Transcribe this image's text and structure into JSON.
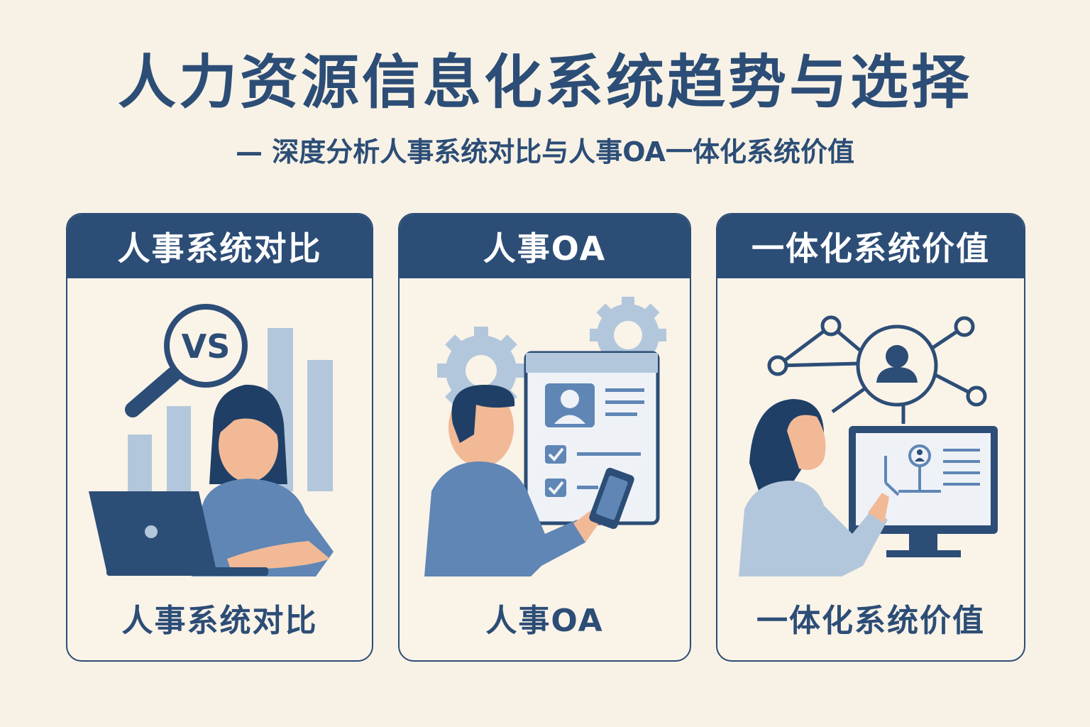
{
  "header": {
    "title": "人力资源信息化系统趋势与选择",
    "subtitle": "— 深度分析人事系统对比与人事OA一体化系统价值"
  },
  "cards": [
    {
      "header": "人事系统对比",
      "caption": "人事系统对比",
      "badge": "VS"
    },
    {
      "header": "人事OA",
      "caption": "人事OA"
    },
    {
      "header": "一体化系统价值",
      "caption": "一体化系统价值"
    }
  ],
  "colors": {
    "background": "#f8f2e6",
    "primary": "#2c4d76",
    "accent": "#5f86b5",
    "light": "#b3c7dc",
    "skin": "#f2b996"
  },
  "icons": [
    "magnifier-vs-icon",
    "bar-chart-icon",
    "laptop-icon",
    "gear-icon",
    "profile-card-icon",
    "checkbox-icon",
    "tablet-icon",
    "network-icon",
    "user-icon",
    "monitor-icon"
  ]
}
